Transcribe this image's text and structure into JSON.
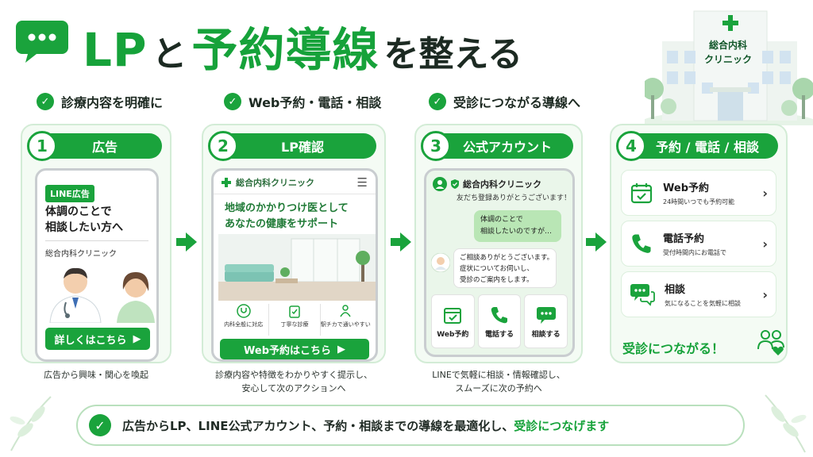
{
  "header": {
    "title_lp": "LP",
    "title_to": "と",
    "title_main": "予約導線",
    "title_tail": "を整える",
    "clinic_sign": [
      "総合内科",
      "クリニック"
    ]
  },
  "bullets": [
    "診療内容を明確に",
    "Web予約・電話・相談",
    "受診につながる導線へ"
  ],
  "steps": {
    "s1": {
      "num": "1",
      "label": "広告",
      "badge": "LINE広告",
      "headline": [
        "体調のことで",
        "相談したい方へ"
      ],
      "clinic": "総合内科クリニック",
      "button": "詳しくはこちら",
      "caption": [
        "広告から興味・関心を喚起"
      ]
    },
    "s2": {
      "num": "2",
      "label": "LP確認",
      "clinic": "総合内科クリニック",
      "hero": [
        "地域のかかりつけ医として",
        "あなたの健康をサポート"
      ],
      "features": [
        "内科全般に対応",
        "丁寧な診療",
        "駅チカで通いやすい"
      ],
      "button": "Web予約はこちら",
      "caption": [
        "診療内容や特徴をわかりやすく提示し、",
        "安心して次のアクションへ"
      ]
    },
    "s3": {
      "num": "3",
      "label": "公式アカウント",
      "clinic": "総合内科クリニック",
      "sub": "友だち登録ありがとうございます！",
      "user_msg": [
        "体調のことで",
        "相談したいのですが…"
      ],
      "bot_msg": [
        "ご相談ありがとうございます。",
        "症状についてお伺いし、",
        "受診のご案内をします。"
      ],
      "actions": [
        "Web予約",
        "電話する",
        "相談する"
      ],
      "caption": [
        "LINEで気軽に相談・情報確認し、",
        "スムーズに次の予約へ"
      ]
    },
    "s4": {
      "num": "4",
      "label": "予約 / 電話 / 相談",
      "options": [
        {
          "title": "Web予約",
          "sub": "24時間いつでも予約可能"
        },
        {
          "title": "電話予約",
          "sub": "受付時間内にお電話で"
        },
        {
          "title": "相談",
          "sub": "気になることを気軽に相談"
        }
      ],
      "result": "受診につながる！"
    }
  },
  "footer": {
    "text": "広告からLP、LINE公式アカウント、予約・相談までの導線を最適化し、",
    "highlight": "受診につなげます"
  },
  "colors": {
    "accent": "#1aa33c",
    "card_bg": "#f4fbf4",
    "card_border": "#d3ecd6"
  }
}
